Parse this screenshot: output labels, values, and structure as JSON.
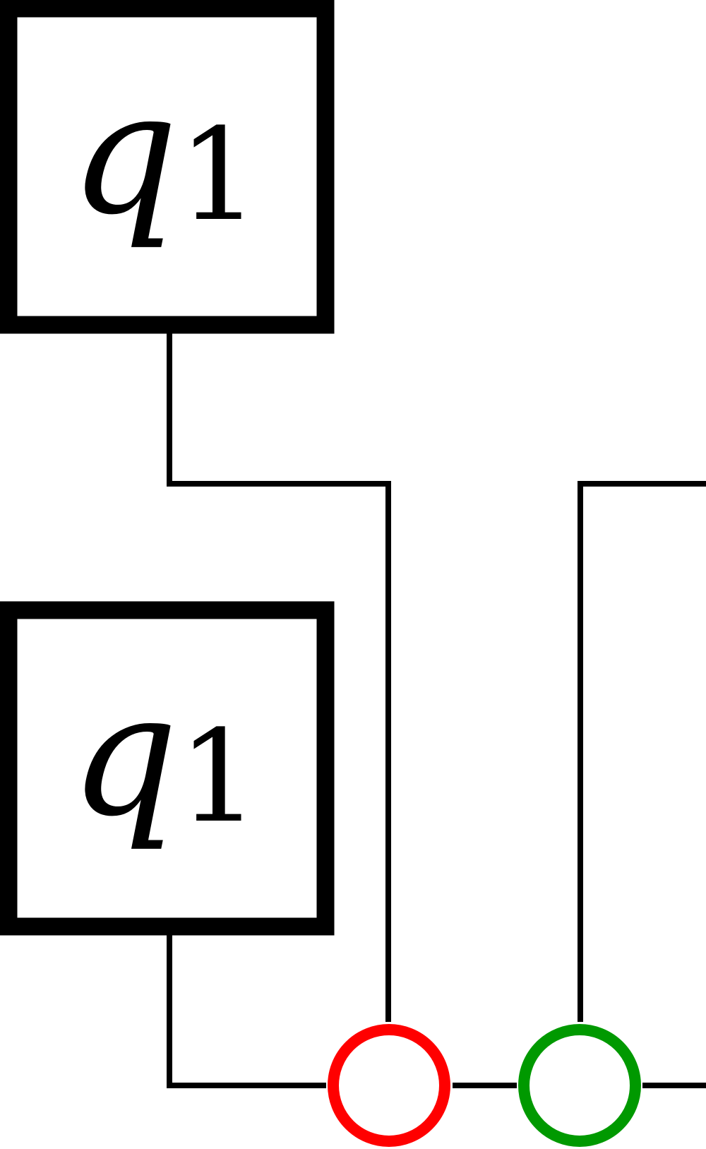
{
  "diagram": {
    "boxes": [
      {
        "id": "box-1",
        "var": "q",
        "sub": "1"
      },
      {
        "id": "box-2",
        "var": "q",
        "sub": "1"
      }
    ],
    "nodes": [
      {
        "id": "node-red",
        "color": "#ff0000"
      },
      {
        "id": "node-green",
        "color": "#009900"
      }
    ],
    "colors": {
      "stroke": "#000000",
      "background": "#ffffff"
    }
  }
}
